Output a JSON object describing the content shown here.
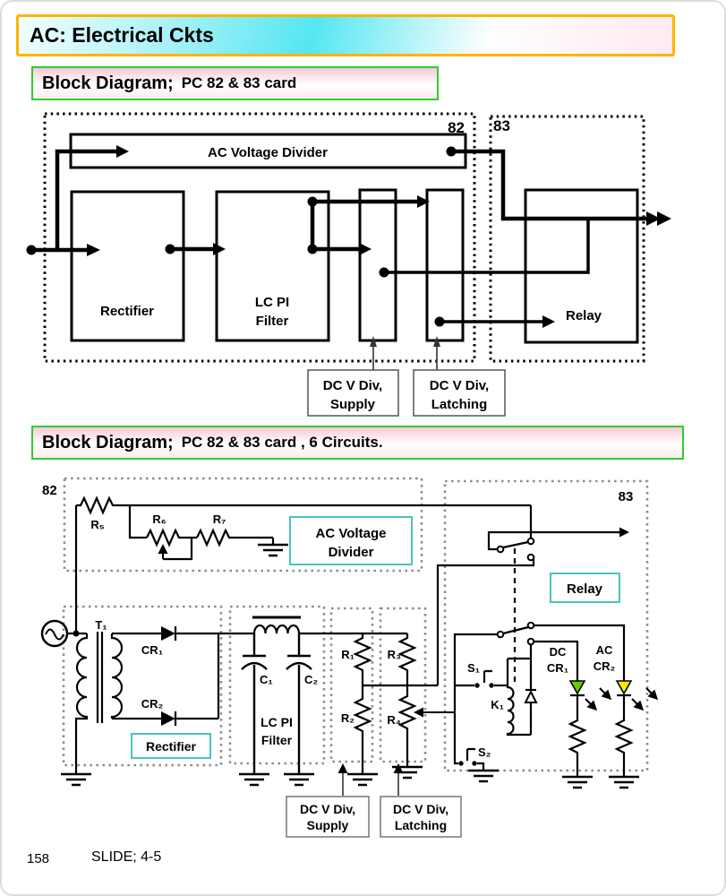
{
  "title": {
    "text": "AC: Electrical Ckts"
  },
  "headers": {
    "h1_main": "Block Diagram;",
    "h1_sub": "PC 82 & 83 card",
    "h2_main": "Block Diagram;",
    "h2_sub": "PC 82 & 83 card ,  6 Circuits."
  },
  "block_diagram": {
    "card82_label": "82",
    "card83_label": "83",
    "ac_voltage_divider": "AC Voltage Divider",
    "rectifier": "Rectifier",
    "lc_pi_line1": "LC PI",
    "lc_pi_line2": "Filter",
    "relay": "Relay",
    "supply_line1": "DC V Div,",
    "supply_line2": "Supply",
    "latching_line1": "DC V Div,",
    "latching_line2": "Latching"
  },
  "circuit": {
    "card82_label": "82",
    "card83_label": "83",
    "r5": "R₅",
    "r6": "R₆",
    "r7": "R₇",
    "acvd_line1": "AC Voltage",
    "acvd_line2": "Divider",
    "relay": "Relay",
    "t1": "T₁",
    "cr1": "CR₁",
    "cr2": "CR₂",
    "rectifier": "Rectifier",
    "c1": "C₁",
    "c2": "C₂",
    "lc_pi_line1": "LC PI",
    "lc_pi_line2": "Filter",
    "r1": "R₁",
    "r2": "R₂",
    "r3": "R₃",
    "r4": "R₄",
    "s1": "S₁",
    "s2": "S₂",
    "k1": "K₁",
    "dc_label": "DC",
    "dc_cr1": "CR₁",
    "ac_label": "AC",
    "ac_cr2": "CR₂",
    "supply_line1": "DC V Div,",
    "supply_line2": "Supply",
    "latching_line1": "DC V Div,",
    "latching_line2": "Latching"
  },
  "footer": {
    "page_number": "158",
    "slide_label": "SLIDE; 4-5"
  },
  "colors": {
    "led_cr1_green": "#70c800",
    "led_cr2_yellow": "#ffe600",
    "label_box_border": "#4cc3c3",
    "header_border": "#2fcc2f",
    "title_border": "#ffb400"
  }
}
